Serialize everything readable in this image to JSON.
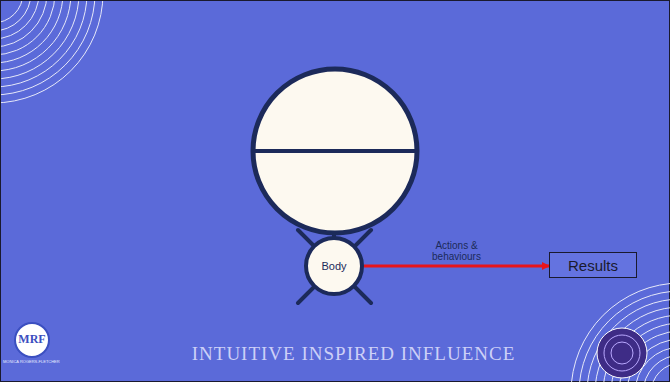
{
  "diagram": {
    "nodes": [
      {
        "text": [
          "Body"
        ]
      },
      {
        "text": [
          "Results"
        ]
      }
    ],
    "edges": [
      {
        "from": 0,
        "to": 1,
        "label": "Actions & behaviours",
        "arrow": "to"
      }
    ],
    "labels": [
      "INTUITIVE INSPIRED INFLUENCE",
      "MRF",
      "MONICA ROGERS-FLETCHER"
    ]
  }
}
